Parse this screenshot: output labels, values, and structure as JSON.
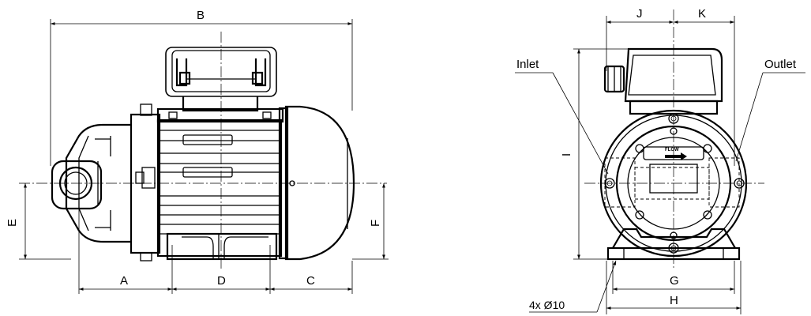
{
  "side_view": {
    "dims": {
      "A": "A",
      "B": "B",
      "C": "C",
      "D": "D",
      "E": "E",
      "F": "F"
    }
  },
  "front_view": {
    "dims": {
      "G": "G",
      "H": "H",
      "I": "I",
      "J": "J",
      "K": "K"
    },
    "inlet_label": "Inlet",
    "outlet_label": "Outlet",
    "holes_label": "4x Ø10",
    "flow_label": "FLOW"
  }
}
